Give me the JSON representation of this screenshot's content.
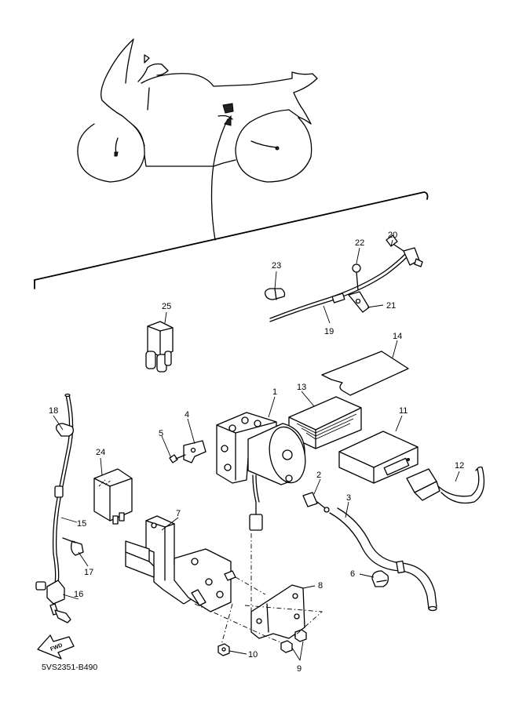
{
  "diagram": {
    "drawing_code": "5VS2351-B490",
    "fwd_label": "FWD",
    "callouts": [
      {
        "id": "c1",
        "num": "1"
      },
      {
        "id": "c2",
        "num": "2"
      },
      {
        "id": "c3",
        "num": "3"
      },
      {
        "id": "c4",
        "num": "4"
      },
      {
        "id": "c5",
        "num": "5"
      },
      {
        "id": "c6",
        "num": "6"
      },
      {
        "id": "c7",
        "num": "7"
      },
      {
        "id": "c8",
        "num": "8"
      },
      {
        "id": "c9",
        "num": "9"
      },
      {
        "id": "c10",
        "num": "10"
      },
      {
        "id": "c11",
        "num": "11"
      },
      {
        "id": "c12",
        "num": "12"
      },
      {
        "id": "c13",
        "num": "13"
      },
      {
        "id": "c14",
        "num": "14"
      },
      {
        "id": "c15",
        "num": "15"
      },
      {
        "id": "c16",
        "num": "16"
      },
      {
        "id": "c17",
        "num": "17"
      },
      {
        "id": "c18",
        "num": "18"
      },
      {
        "id": "c19",
        "num": "19"
      },
      {
        "id": "c20",
        "num": "20"
      },
      {
        "id": "c21",
        "num": "21"
      },
      {
        "id": "c22",
        "num": "22"
      },
      {
        "id": "c23",
        "num": "23"
      },
      {
        "id": "c24",
        "num": "24"
      },
      {
        "id": "c25",
        "num": "25"
      }
    ]
  }
}
